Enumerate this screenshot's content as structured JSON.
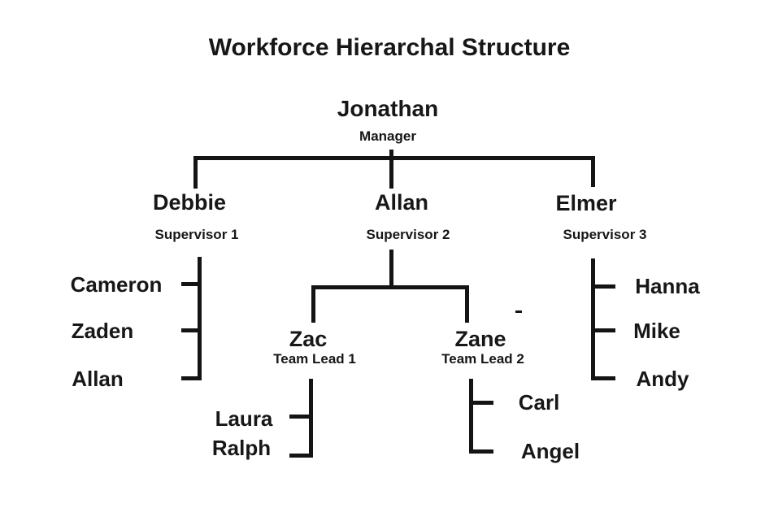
{
  "title": "Workforce Hierarchal Structure",
  "org": {
    "manager": {
      "name": "Jonathan",
      "role": "Manager"
    },
    "supervisors": [
      {
        "name": "Debbie",
        "role": "Supervisor 1",
        "reports": [
          "Cameron",
          "Zaden",
          "Allan"
        ]
      },
      {
        "name": "Allan",
        "role": "Supervisor 2",
        "team_leads": [
          {
            "name": "Zac",
            "role": "Team Lead 1",
            "reports": [
              "Laura",
              "Ralph"
            ]
          },
          {
            "name": "Zane",
            "role": "Team Lead 2",
            "reports": [
              "Carl",
              "Angel"
            ]
          }
        ]
      },
      {
        "name": "Elmer",
        "role": "Supervisor 3",
        "reports": [
          "Hanna",
          "Mike",
          "Andy"
        ]
      }
    ]
  },
  "colors": {
    "text": "#171717",
    "line": "#141414",
    "background": "#ffffff"
  }
}
